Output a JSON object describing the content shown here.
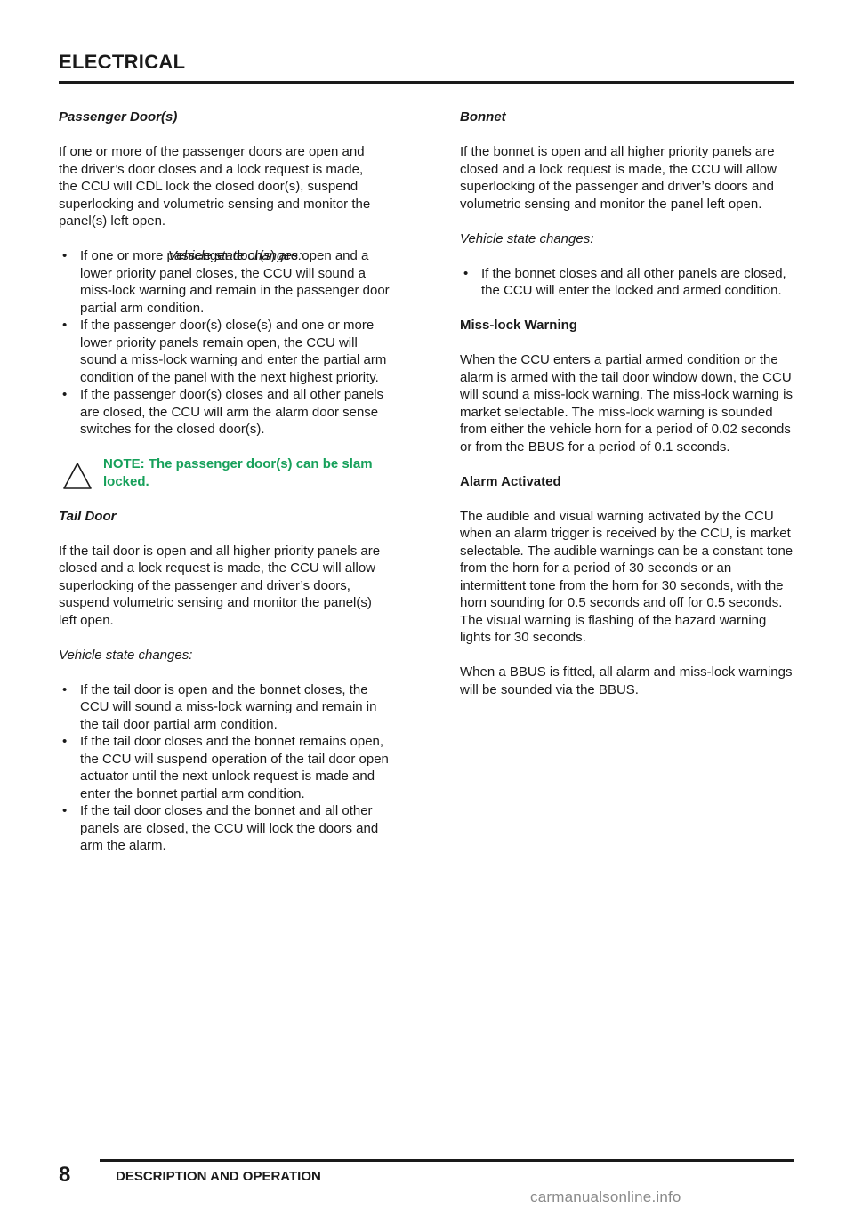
{
  "header": {
    "title": "ELECTRICAL"
  },
  "footer": {
    "page_number": "8",
    "section": "DESCRIPTION AND OPERATION"
  },
  "watermark": "carmanualsonline.info",
  "left_column": {
    "passenger_doors": {
      "heading": "Passenger Door(s)",
      "lines": [
        "If one or more of the passenger doors are open and",
        "the driver’s door closes and a lock request is made,",
        "the CCU will CDL lock the closed door(s), suspend",
        "superlocking and volumetric sensing and monitor the",
        "panel(s) left open."
      ],
      "overlap_label": "Vehicle state changes:",
      "bullets": [
        "If one or more passenger door(s) are open and a lower priority panel closes, the CCU will sound a miss-lock warning and remain in the passenger door partial arm condition.",
        "If the passenger door(s) close(s) and one or more lower priority panels remain open, the CCU will sound a miss-lock warning and enter the partial arm condition of the panel with the next highest priority.",
        "If the passenger door(s) closes and all other panels are closed, the CCU will arm the alarm door sense switches for the closed door(s)."
      ],
      "note": "NOTE: The passenger door(s) can be slam locked."
    },
    "tail_door": {
      "heading": "Tail Door",
      "body": "If the tail door is open and all higher priority panels are closed and a lock request is made, the CCU will allow superlocking of the passenger and driver’s doors, suspend volumetric sensing and monitor the panel(s) left open.",
      "subheading": "Vehicle state changes:",
      "bullets": [
        "If the tail door is open and the bonnet closes, the CCU will sound a miss-lock warning and remain in the tail door partial arm condition.",
        "If the tail door closes and the bonnet remains open, the CCU will suspend operation of the tail door open actuator until the next unlock request is made and enter the bonnet partial arm condition.",
        "If the tail door closes and the bonnet and all other panels are closed, the CCU will lock the doors and arm the alarm."
      ]
    }
  },
  "right_column": {
    "bonnet": {
      "heading": "Bonnet",
      "body": "If the bonnet is open and all higher priority panels are closed and a lock request is made, the CCU will allow superlocking of the passenger and driver’s doors and volumetric sensing and monitor the panel left open.",
      "subheading": "Vehicle state changes:",
      "bullets": [
        "If the bonnet closes and all other panels are closed, the CCU will enter the locked and armed condition."
      ]
    },
    "miss_lock": {
      "heading": "Miss-lock Warning",
      "body": "When the CCU enters a partial armed condition or the alarm is armed with the tail door window down, the CCU will sound a miss-lock warning. The miss-lock warning is market selectable. The miss-lock warning is sounded from either the vehicle horn for a period of 0.02 seconds or from the BBUS for a period of 0.1 seconds."
    },
    "alarm": {
      "heading": "Alarm Activated",
      "body": "The audible and visual warning activated by the CCU when an alarm trigger is received by the CCU, is market selectable. The audible warnings can be a constant tone from the horn for a period of 30 seconds or an intermittent tone from the horn for 30 seconds, with the horn sounding for 0.5 seconds and off for 0.5 seconds. The visual warning is flashing of the hazard warning lights for 30 seconds.",
      "bbus_body": "When a BBUS is fitted, all alarm and miss-lock warnings will be sounded via the BBUS."
    }
  },
  "colors": {
    "note": "#16a05a",
    "text": "#1a1a1a",
    "rule": "#1a1a1a",
    "watermark": "#8a8a8a"
  }
}
